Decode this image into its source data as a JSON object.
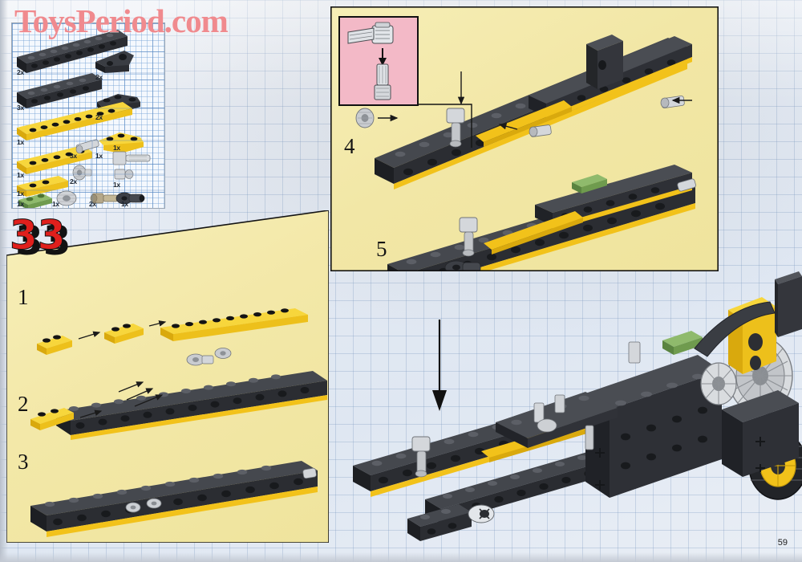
{
  "page": {
    "number": "59",
    "watermark": "ToysPeriod.com",
    "big_step_number": "33",
    "background_color": "#e4eaf3",
    "panel_color": "#f3e8a8",
    "inset_color": "#f3b9c7",
    "accent_red": "#e01f1c",
    "lego_yellow": "#f2c21a",
    "lego_dark_grey": "#2c2e33"
  },
  "parts_inventory": {
    "title": "",
    "items": [
      {
        "name": "technic-beam-13-dark-grey",
        "qty": "2x",
        "color": "#2c2e33",
        "row": 0,
        "col": 0
      },
      {
        "name": "technic-angle-connector-dark-grey",
        "qty": "2x",
        "color": "#2c2e33",
        "row": 0,
        "col": 1
      },
      {
        "name": "technic-beam-9-dark-grey",
        "qty": "3x",
        "color": "#2c2e33",
        "row": 1,
        "col": 0
      },
      {
        "name": "technic-bent-plate-dark-grey",
        "qty": "2x",
        "color": "#2c2e33",
        "row": 1,
        "col": 1
      },
      {
        "name": "plate-1x10-yellow",
        "qty": "1x",
        "color": "#f2c21a",
        "row": 2,
        "col": 0
      },
      {
        "name": "plate-bent-yellow",
        "qty": "1x",
        "color": "#f2c21a",
        "row": 2,
        "col": 1
      },
      {
        "name": "plate-1x6-yellow",
        "qty": "1x",
        "color": "#f2c21a",
        "row": 3,
        "col": 0
      },
      {
        "name": "technic-axle-pin-light-grey",
        "qty": "3x",
        "color": "#b0b3b7",
        "row": 3,
        "col": 1
      },
      {
        "name": "technic-axle-connector-long-light-grey",
        "qty": "1x",
        "color": "#b0b3b7",
        "row": 3,
        "col": 2
      },
      {
        "name": "plate-1x4-yellow",
        "qty": "1x",
        "color": "#f2c21a",
        "row": 4,
        "col": 0
      },
      {
        "name": "technic-bush-light-grey",
        "qty": "2x",
        "color": "#b0b3b7",
        "row": 4,
        "col": 1
      },
      {
        "name": "technic-pin-connector-light-grey",
        "qty": "1x",
        "color": "#b0b3b7",
        "row": 4,
        "col": 2
      },
      {
        "name": "plate-1x2-green",
        "qty": "1x",
        "color": "#6f9b4e",
        "row": 5,
        "col": 0
      },
      {
        "name": "technic-gear-light-grey",
        "qty": "1x",
        "color": "#b0b3b7",
        "row": 5,
        "col": 1
      },
      {
        "name": "technic-universal-joint-tan",
        "qty": "2x",
        "color": "#a79878",
        "row": 5,
        "col": 2
      },
      {
        "name": "technic-toggle-joint-dark-grey",
        "qty": "1x",
        "color": "#3a3d42",
        "row": 5,
        "col": 3
      }
    ]
  },
  "panels": {
    "left": {
      "name": "left-build-panel",
      "steps": [
        {
          "label": "1",
          "description": "attach small yellow plates to long yellow plate"
        },
        {
          "label": "2",
          "description": "add yellow plate and pins to dark grey beam"
        },
        {
          "label": "3",
          "description": "completed lower arm sub-assembly"
        }
      ]
    },
    "right_top": {
      "name": "right-build-panel",
      "steps": [
        {
          "label": "4",
          "description": "attach bush and axle pins to beam frame"
        },
        {
          "label": "5",
          "description": "completed upper arm sub-assembly with green plate"
        }
      ],
      "inset": {
        "name": "axle-insertion-detail",
        "description": "insert axle pin into connector"
      }
    },
    "final": {
      "name": "final-assembly-illustration",
      "description": "completed LEGO Technic chassis with gears, wheel and boom"
    }
  }
}
